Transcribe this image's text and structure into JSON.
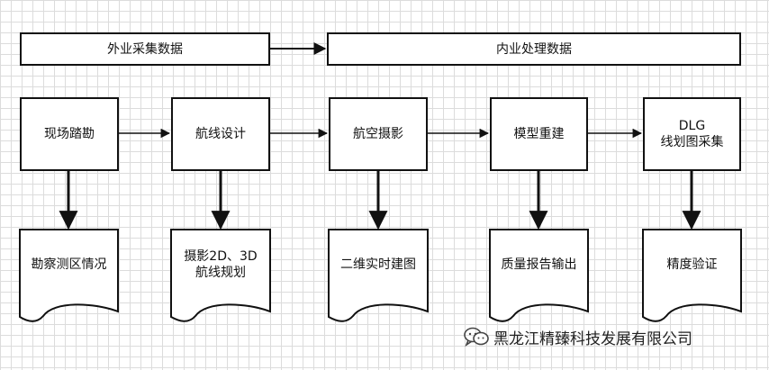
{
  "top_row": {
    "left_label": "外业采集数据",
    "right_label": "内业处理数据"
  },
  "process_steps": [
    {
      "lines": [
        "现场踏勘"
      ]
    },
    {
      "lines": [
        "航线设计"
      ]
    },
    {
      "lines": [
        "航空摄影"
      ]
    },
    {
      "lines": [
        "模型重建"
      ]
    },
    {
      "lines": [
        "DLG",
        "线划图采集"
      ]
    }
  ],
  "outputs": [
    {
      "lines": [
        "勘察测区情况"
      ]
    },
    {
      "lines": [
        "摄影2D、3D",
        "航线规划"
      ]
    },
    {
      "lines": [
        "二维实时建图"
      ]
    },
    {
      "lines": [
        "质量报告输出"
      ]
    },
    {
      "lines": [
        "精度验证"
      ]
    }
  ],
  "watermark": {
    "icon": "wechat-icon",
    "text": "黑龙江精臻科技发展有限公司"
  }
}
